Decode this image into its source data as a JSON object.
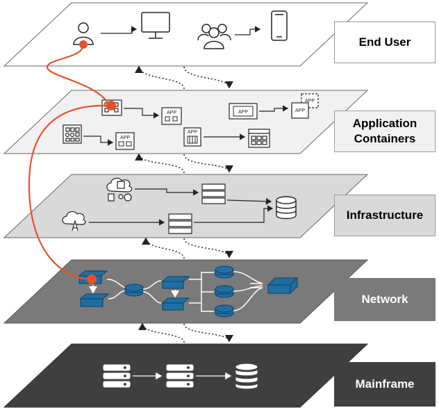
{
  "layers": [
    {
      "label": "End User",
      "fill": "#ffffff",
      "label_bg": "#ffffff",
      "label_color": "#000000"
    },
    {
      "label": "Application Containers",
      "fill": "#f1f1f1",
      "label_bg": "#f1f1f1",
      "label_color": "#000000"
    },
    {
      "label": "Infrastructure",
      "fill": "#d9d9d9",
      "label_bg": "#d9d9d9",
      "label_color": "#000000"
    },
    {
      "label": "Network",
      "fill": "#7a7a7a",
      "label_bg": "#7a7a7a",
      "label_color": "#ffffff"
    },
    {
      "label": "Mainframe",
      "fill": "#3f3f3f",
      "label_bg": "#3f3f3f",
      "label_color": "#ffffff"
    }
  ],
  "app_tag": "APP",
  "icons": {
    "end_user": [
      "user-icon",
      "desktop-monitor-icon",
      "user-group-icon",
      "smartphone-icon"
    ],
    "application": [
      "app-container-icon",
      "app-window-icon",
      "app-stack-icon",
      "app-grid-icon"
    ],
    "infrastructure": [
      "cloud-datacenter-icon",
      "cloud-antenna-icon",
      "server-rack-icon",
      "database-icon"
    ],
    "network": [
      "network-switch-icon",
      "router-icon",
      "core-switch-icon"
    ],
    "mainframe": [
      "server-rack-icon",
      "database-icon"
    ]
  },
  "colors": {
    "trace": "#e8502a",
    "network_device": "#1f6fa5",
    "outline": "#333333"
  }
}
